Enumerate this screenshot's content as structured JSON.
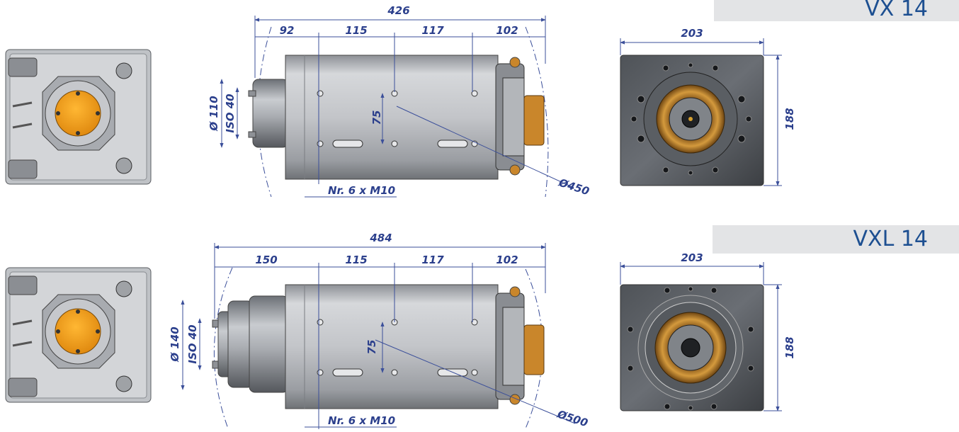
{
  "models": [
    {
      "name": "VX 14",
      "overall": "426",
      "segments": [
        "92",
        "115",
        "117",
        "102"
      ],
      "nose_diameter": "Ø 110",
      "taper": "ISO 40",
      "hole_spacing": "75",
      "holes": "Nr. 6 x M10",
      "swing_diameter": "Ø450",
      "flange_width": "203",
      "flange_height": "188"
    },
    {
      "name": "VXL 14",
      "overall": "484",
      "segments": [
        "150",
        "115",
        "117",
        "102"
      ],
      "nose_diameter": "Ø 140",
      "taper": "ISO 40",
      "hole_spacing": "75",
      "holes": "Nr. 6 x M10",
      "swing_diameter": "Ø500",
      "flange_width": "203",
      "flange_height": "188"
    }
  ],
  "colors": {
    "title": "#1d4f91",
    "banner": "#e3e4e6",
    "dimension": "#2b3f8c",
    "orange": "#f0a12a",
    "bronze": "#c8862c"
  }
}
